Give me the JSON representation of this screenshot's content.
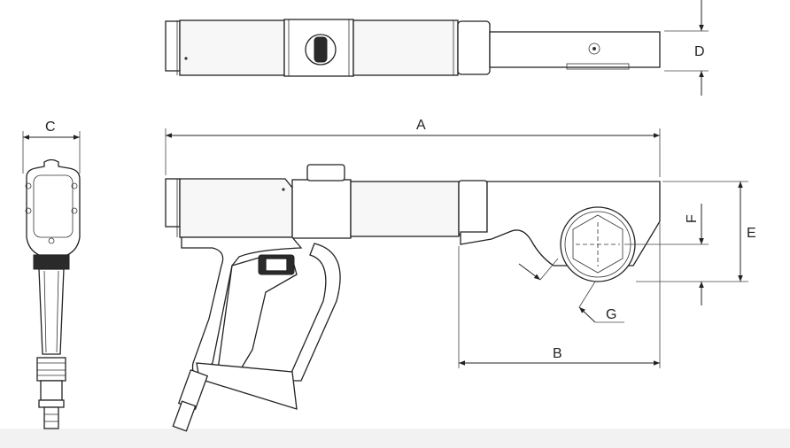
{
  "dimensions": {
    "a": "A",
    "b": "B",
    "c": "C",
    "d": "D",
    "e": "E",
    "f": "F",
    "g": "G"
  }
}
